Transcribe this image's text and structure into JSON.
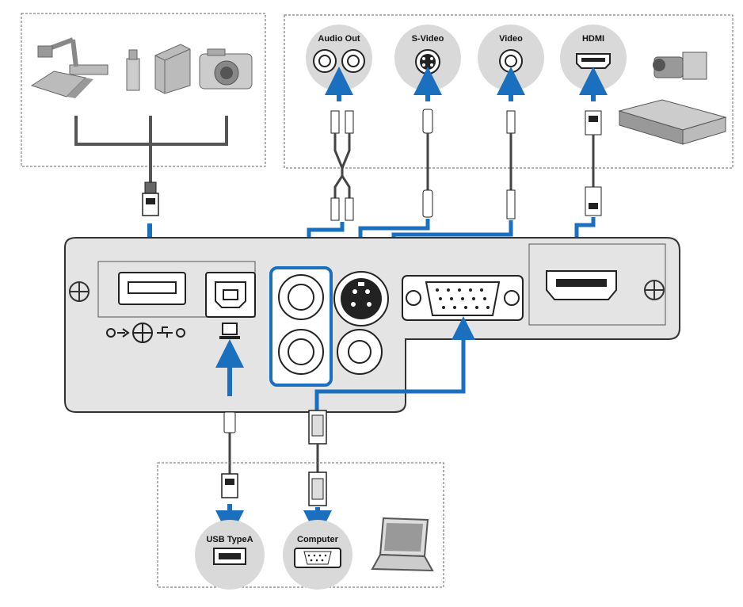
{
  "labels": {
    "audio_out": "Audio Out",
    "s_video": "S-Video",
    "video": "Video",
    "hdmi": "HDMI",
    "usb_typea": "USB TypeA",
    "computer": "Computer"
  },
  "colors": {
    "accent_blue": "#1a6fbf",
    "circle_gray": "#d9d9d9",
    "panel_gray": "#e4e4e4",
    "cable_gray": "#666666",
    "outline": "#222222"
  },
  "icons": [
    "document-camera-icon",
    "usb-flash-drive-icon",
    "usb-hard-drive-icon",
    "digital-camera-icon",
    "camcorder-icon",
    "dvd-player-icon",
    "laptop-icon",
    "usb-b-symbol-icon",
    "usb-typeb-port-icon",
    "usb-typea-port-icon",
    "rca-jack-icon",
    "s-video-jack-icon",
    "vga-port-icon",
    "hdmi-port-icon"
  ]
}
